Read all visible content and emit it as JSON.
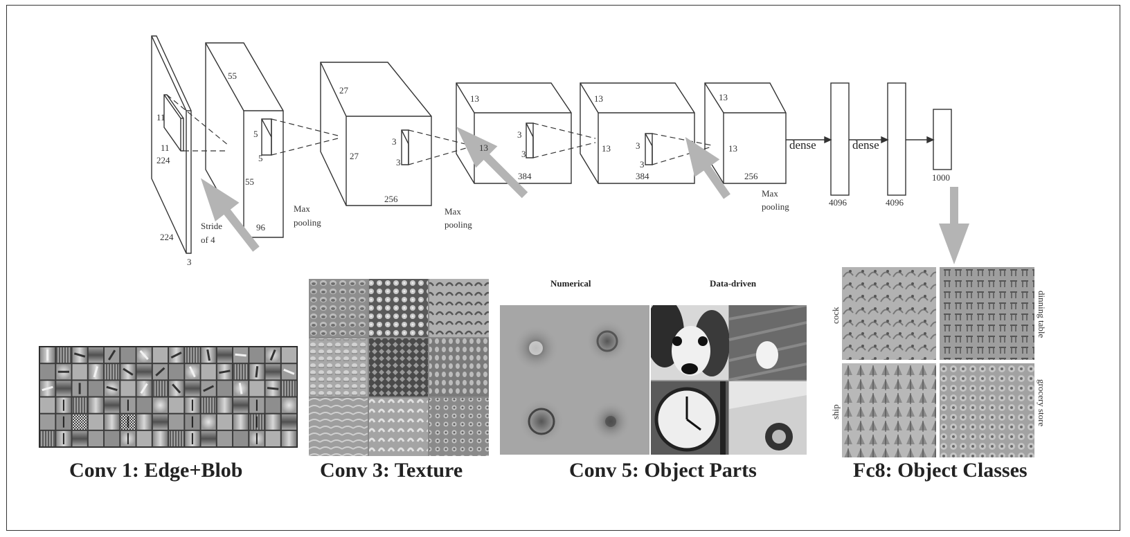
{
  "network": {
    "dims": {
      "in_h": "224",
      "in_w": "224",
      "in_d": "3",
      "k1_a": "11",
      "k1_b": "11",
      "c1_a": "55",
      "c1_b": "55",
      "c1_d": "96",
      "k2_a": "5",
      "k2_b": "5",
      "c2_a": "27",
      "c2_b": "27",
      "c2_d": "256",
      "k3_a": "3",
      "k3_b": "3",
      "c3_a": "13",
      "c3_b": "13",
      "c3_d": "384",
      "k4_a": "3",
      "k4_b": "3",
      "c4_a": "13",
      "c4_b": "13",
      "c4_d": "384",
      "k5_a": "3",
      "k5_b": "3",
      "c5_a": "13",
      "c5_b": "13",
      "c5_d": "256",
      "fc1": "4096",
      "fc2": "4096",
      "fc3": "1000"
    },
    "annotations": {
      "stride": "Stride",
      "stride_of": "of 4",
      "max1_a": "Max",
      "max1_b": "pooling",
      "max2_a": "Max",
      "max2_b": "pooling",
      "max3_a": "Max",
      "max3_b": "pooling",
      "dense1": "dense",
      "dense2": "dense"
    }
  },
  "panels": {
    "conv1": {
      "title": "Conv 1: Edge+Blob"
    },
    "conv3": {
      "title": "Conv 3: Texture"
    },
    "conv5": {
      "title": "Conv 5: Object Parts",
      "header_left": "Numerical",
      "header_right": "Data-driven"
    },
    "fc8": {
      "title": "Fc8: Object Classes",
      "label_cock": "cock",
      "label_table": "dinning table",
      "label_ship": "ship",
      "label_store": "grocery store"
    }
  },
  "colors": {
    "arrow": "#b4b4b4",
    "line": "#333333",
    "frame": "#333333"
  }
}
